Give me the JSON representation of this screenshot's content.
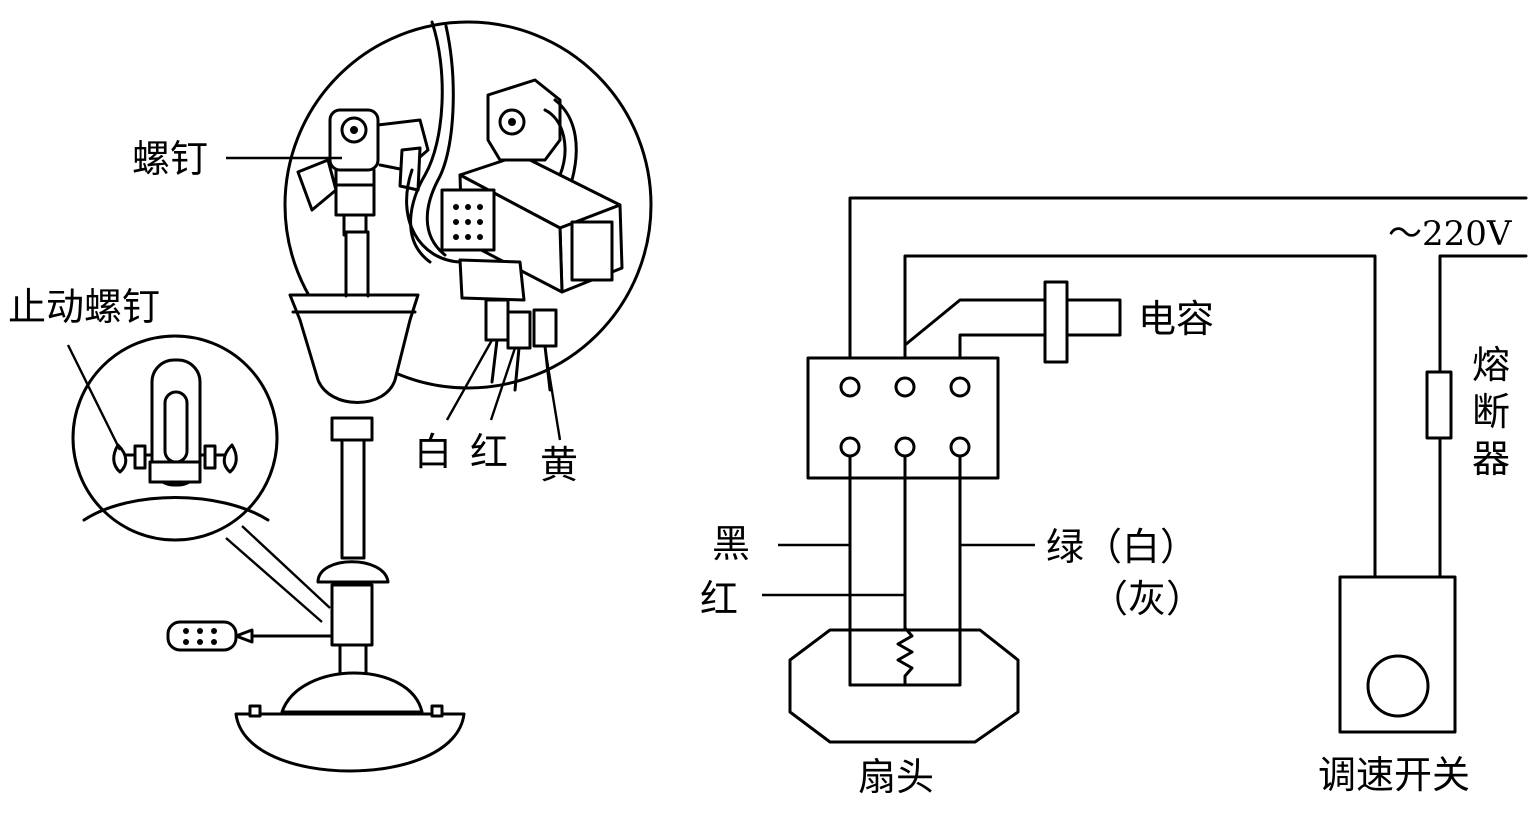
{
  "labels": {
    "screw": "螺钉",
    "stop_screw": "止动螺钉",
    "wire_white": "白",
    "wire_red": "红",
    "wire_yellow": "黄",
    "capacitor": "电容",
    "voltage": "～220V",
    "fuse_line1": "熔",
    "fuse_line2": "断",
    "fuse_line3": "器",
    "black": "黑",
    "red": "红",
    "green_white": "绿（白）",
    "gray": "（灰）",
    "fan_head": "扇头",
    "speed_switch": "调速开关"
  }
}
